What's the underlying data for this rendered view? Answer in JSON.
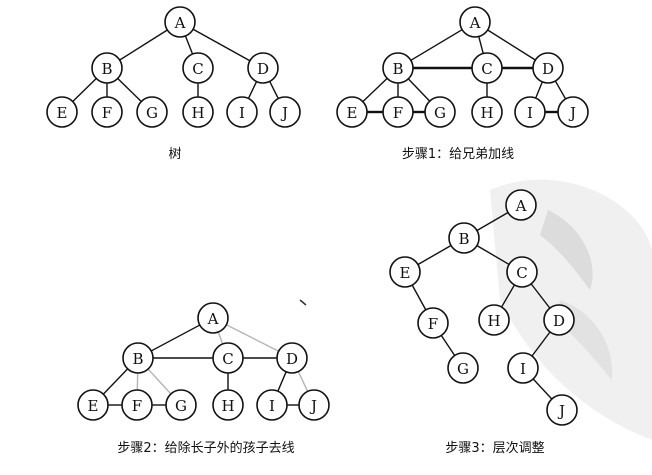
{
  "captions": {
    "tree": "树",
    "step1": "步骤1：给兄弟加线",
    "step2": "步骤2：给除长子外的孩子去线",
    "step3": "步骤3：层次调整"
  },
  "nodes": [
    "A",
    "B",
    "C",
    "D",
    "E",
    "F",
    "G",
    "H",
    "I",
    "J"
  ],
  "colors": {
    "line": "#111111",
    "removed_line": "#b4b4b4",
    "node_fill": "#ffffff",
    "watermark": "#d8d8d8"
  }
}
